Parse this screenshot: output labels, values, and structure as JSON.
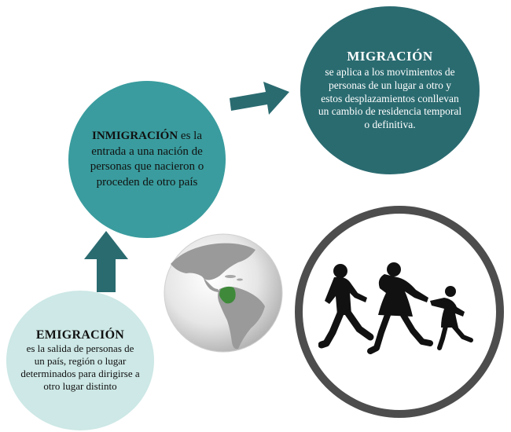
{
  "migracion": {
    "title": "MIGRACIÓN",
    "description": "se aplica a los movimientos de personas de un lugar a otro y estos desplazamientos conllevan un cambio de residencia temporal o definitiva."
  },
  "inmigracion": {
    "title": "INMIGRACIÓN",
    "description": " es la entrada a una nación de personas que nacieron o proceden de otro país"
  },
  "emigracion": {
    "title": "EMIGRACIÓN",
    "description": "es la salida de personas de un país, región o lugar determinados para dirigirse a otro lugar distinto"
  },
  "colors": {
    "migracion": "#2a6b70",
    "inmigracion": "#3a9c9e",
    "emigracion": "#cde8e6",
    "arrow": "#2a6b70",
    "ring": "#4d4d4d",
    "highlight_country": "#3e8a3a"
  },
  "images": {
    "globe": "globe-americas-icon",
    "family": "running-family-silhouette"
  }
}
